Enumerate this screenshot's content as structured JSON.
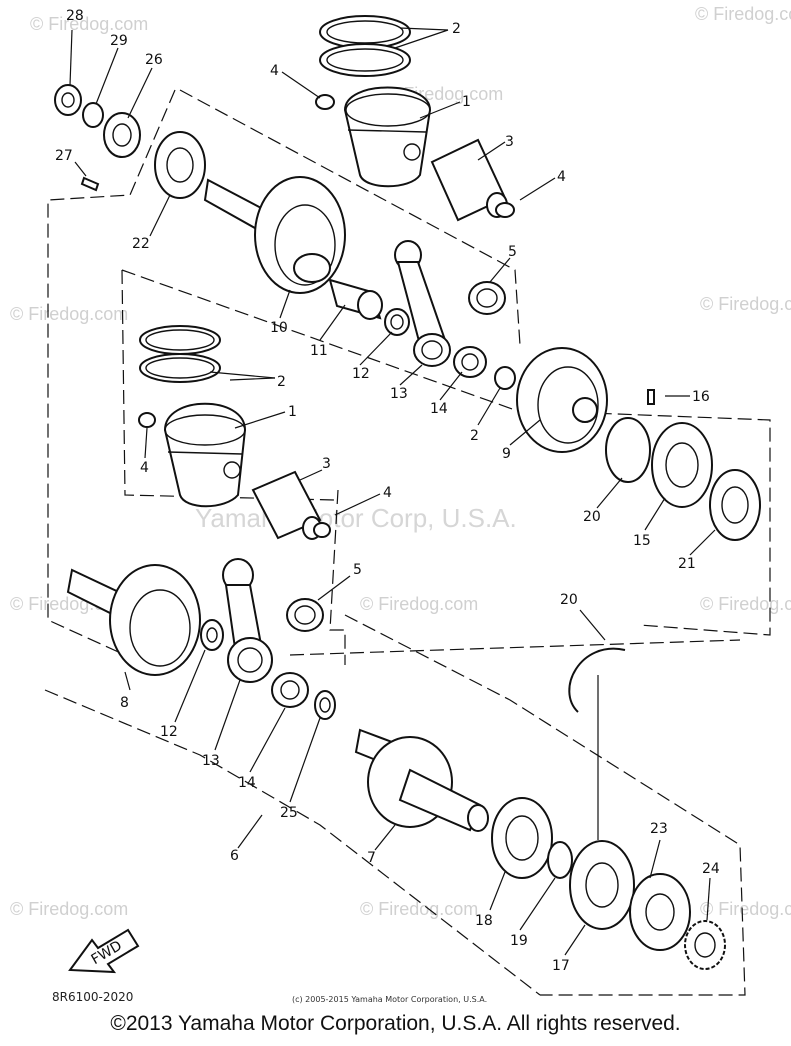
{
  "diagram": {
    "code": "8R6100-2020",
    "small_copyright": "(c) 2005-2015 Yamaha Motor Corporation, U.S.A.",
    "center_watermark": "Yamaha Motor Corp, U.S.A.",
    "site_watermark": "© Firedog.com",
    "fwd_arrow_label": "FWD",
    "callouts": [
      "1",
      "1",
      "2",
      "2",
      "2",
      "3",
      "3",
      "4",
      "4",
      "4",
      "4",
      "5",
      "5",
      "6",
      "7",
      "8",
      "9",
      "10",
      "11",
      "12",
      "12",
      "13",
      "13",
      "14",
      "14",
      "15",
      "16",
      "17",
      "18",
      "19",
      "20",
      "20",
      "21",
      "22",
      "23",
      "24",
      "25",
      "26",
      "27",
      "28",
      "29"
    ]
  },
  "footer": {
    "copyright": "©2013 Yamaha Motor Corporation, U.S.A. All rights reserved."
  }
}
